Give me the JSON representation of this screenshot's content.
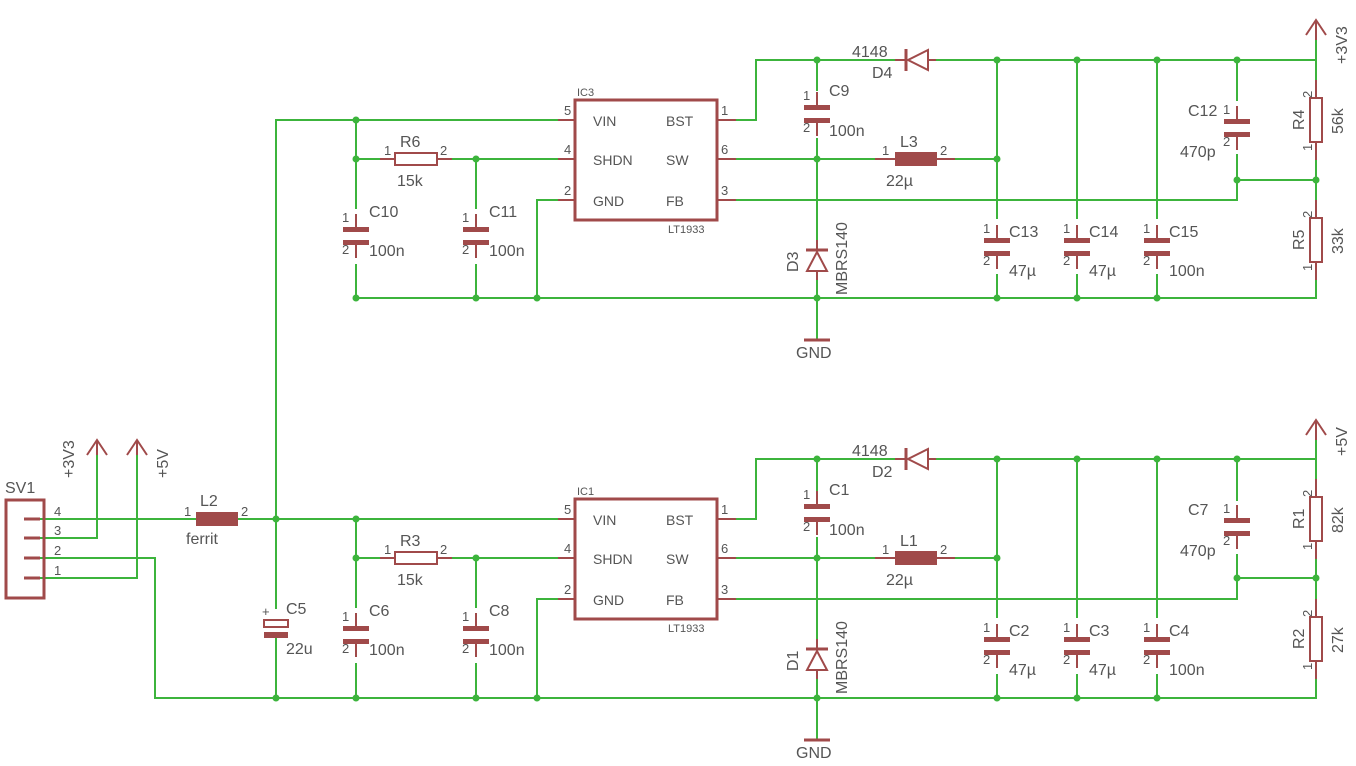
{
  "connector": {
    "name": "SV1",
    "pins": [
      "4",
      "3",
      "2",
      "1"
    ]
  },
  "supplies": {
    "v33": "+3V3",
    "v5": "+5V",
    "gnd": "GND"
  },
  "ferrite": {
    "name": "L2",
    "value": "ferrit",
    "pin1": "1",
    "pin2": "2"
  },
  "c5": {
    "name": "C5",
    "value": "22u",
    "plus": "+"
  },
  "top": {
    "ic": {
      "name": "IC3",
      "device": "LT1933",
      "pins": {
        "vin": "VIN",
        "shdn": "SHDN",
        "gnd": "GND",
        "bst": "BST",
        "sw": "SW",
        "fb": "FB"
      },
      "nums": {
        "vin": "5",
        "shdn": "4",
        "gnd": "2",
        "bst": "1",
        "sw": "6",
        "fb": "3"
      }
    },
    "r_shdn": {
      "name": "R6",
      "value": "15k"
    },
    "c_in1": {
      "name": "C10",
      "value": "100n"
    },
    "c_in2": {
      "name": "C11",
      "value": "100n"
    },
    "c_bst": {
      "name": "C9",
      "value": "100n"
    },
    "d_bst": {
      "name": "D4",
      "value": "4148"
    },
    "ind": {
      "name": "L3",
      "value": "22µ"
    },
    "d_sw": {
      "name": "D3",
      "value": "MBRS140"
    },
    "c_out1": {
      "name": "C13",
      "value": "47µ"
    },
    "c_out2": {
      "name": "C14",
      "value": "47µ"
    },
    "c_out3": {
      "name": "C15",
      "value": "100n"
    },
    "c_ff": {
      "name": "C12",
      "value": "470p"
    },
    "r_top": {
      "name": "R4",
      "value": "56k"
    },
    "r_bot": {
      "name": "R5",
      "value": "33k"
    },
    "rail": "+3V3"
  },
  "bottom": {
    "ic": {
      "name": "IC1",
      "device": "LT1933",
      "pins": {
        "vin": "VIN",
        "shdn": "SHDN",
        "gnd": "GND",
        "bst": "BST",
        "sw": "SW",
        "fb": "FB"
      },
      "nums": {
        "vin": "5",
        "shdn": "4",
        "gnd": "2",
        "bst": "1",
        "sw": "6",
        "fb": "3"
      }
    },
    "r_shdn": {
      "name": "R3",
      "value": "15k"
    },
    "c_in1": {
      "name": "C6",
      "value": "100n"
    },
    "c_in2": {
      "name": "C8",
      "value": "100n"
    },
    "c_bst": {
      "name": "C1",
      "value": "100n"
    },
    "d_bst": {
      "name": "D2",
      "value": "4148"
    },
    "ind": {
      "name": "L1",
      "value": "22µ"
    },
    "d_sw": {
      "name": "D1",
      "value": "MBRS140"
    },
    "c_out1": {
      "name": "C2",
      "value": "47µ"
    },
    "c_out2": {
      "name": "C3",
      "value": "47µ"
    },
    "c_out3": {
      "name": "C4",
      "value": "100n"
    },
    "c_ff": {
      "name": "C7",
      "value": "470p"
    },
    "r_top": {
      "name": "R1",
      "value": "82k"
    },
    "r_bot": {
      "name": "R2",
      "value": "27k"
    },
    "rail": "+5V"
  }
}
